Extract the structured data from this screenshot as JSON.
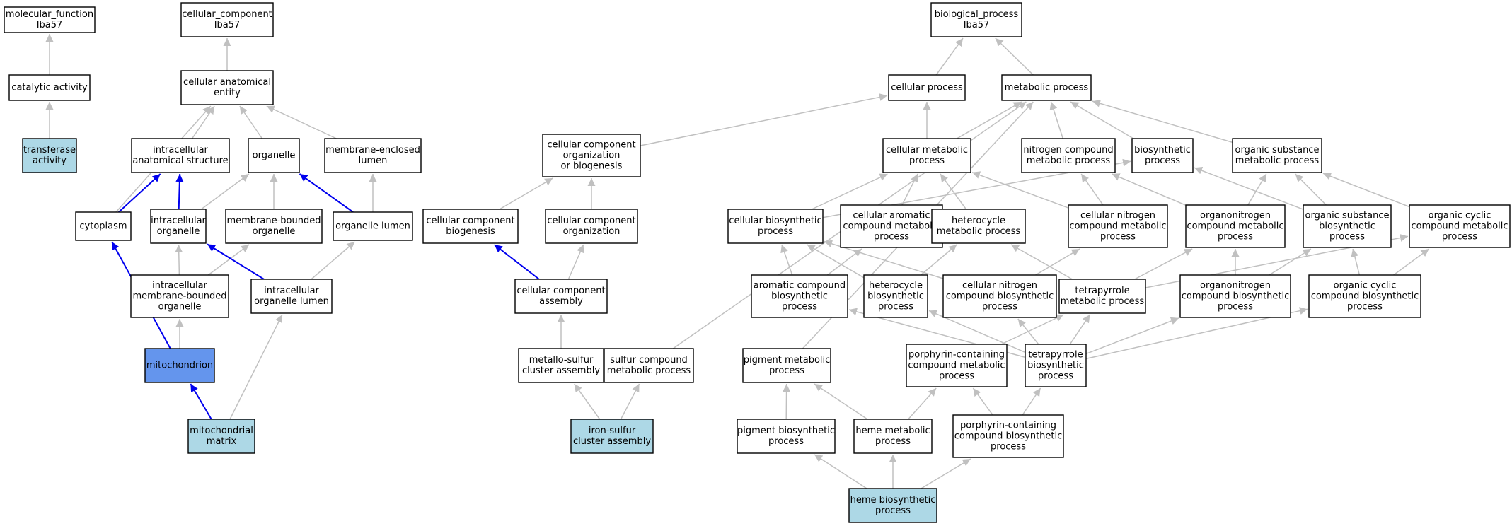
{
  "colors": {
    "plain": "#ffffff",
    "highlight": "#add8e6",
    "emphasis": "#6495ed",
    "edge_gray": "#c0c0c0",
    "edge_blue": "#0000ee"
  },
  "nodes": [
    {
      "id": "mf",
      "lines": [
        "molecular_function",
        "Iba57"
      ],
      "fill": "plain"
    },
    {
      "id": "cat",
      "lines": [
        "catalytic activity"
      ],
      "fill": "plain"
    },
    {
      "id": "trans",
      "lines": [
        "transferase",
        "activity"
      ],
      "fill": "highlight"
    },
    {
      "id": "cc",
      "lines": [
        "cellular_component",
        "Iba57"
      ],
      "fill": "plain"
    },
    {
      "id": "cae",
      "lines": [
        "cellular anatomical",
        "entity"
      ],
      "fill": "plain"
    },
    {
      "id": "ias",
      "lines": [
        "intracellular",
        "anatomical structure"
      ],
      "fill": "plain"
    },
    {
      "id": "org",
      "lines": [
        "organelle"
      ],
      "fill": "plain"
    },
    {
      "id": "mel",
      "lines": [
        "membrane-enclosed",
        "lumen"
      ],
      "fill": "plain"
    },
    {
      "id": "cyto",
      "lines": [
        "cytoplasm"
      ],
      "fill": "plain"
    },
    {
      "id": "io",
      "lines": [
        "intracellular",
        "organelle"
      ],
      "fill": "plain"
    },
    {
      "id": "mbo",
      "lines": [
        "membrane-bounded",
        "organelle"
      ],
      "fill": "plain"
    },
    {
      "id": "ol",
      "lines": [
        "organelle lumen"
      ],
      "fill": "plain"
    },
    {
      "id": "imbo",
      "lines": [
        "intracellular",
        "membrane-bounded",
        "organelle"
      ],
      "fill": "plain"
    },
    {
      "id": "iol",
      "lines": [
        "intracellular",
        "organelle lumen"
      ],
      "fill": "plain"
    },
    {
      "id": "mito",
      "lines": [
        "mitochondrion"
      ],
      "fill": "emphasis"
    },
    {
      "id": "mm",
      "lines": [
        "mitochondrial",
        "matrix"
      ],
      "fill": "highlight"
    },
    {
      "id": "ccob",
      "lines": [
        "cellular component",
        "organization",
        "or biogenesis"
      ],
      "fill": "plain"
    },
    {
      "id": "ccb",
      "lines": [
        "cellular component",
        "biogenesis"
      ],
      "fill": "plain"
    },
    {
      "id": "cco",
      "lines": [
        "cellular component",
        "organization"
      ],
      "fill": "plain"
    },
    {
      "id": "cca",
      "lines": [
        "cellular component",
        "assembly"
      ],
      "fill": "plain"
    },
    {
      "id": "msca",
      "lines": [
        "metallo-sulfur",
        "cluster assembly"
      ],
      "fill": "plain"
    },
    {
      "id": "scmp",
      "lines": [
        "sulfur compound",
        "metabolic process"
      ],
      "fill": "plain"
    },
    {
      "id": "isca",
      "lines": [
        "iron-sulfur",
        "cluster assembly"
      ],
      "fill": "highlight"
    },
    {
      "id": "bp",
      "lines": [
        "biological_process",
        "Iba57"
      ],
      "fill": "plain"
    },
    {
      "id": "cp",
      "lines": [
        "cellular process"
      ],
      "fill": "plain"
    },
    {
      "id": "mp",
      "lines": [
        "metabolic process"
      ],
      "fill": "plain"
    },
    {
      "id": "cmp",
      "lines": [
        "cellular metabolic",
        "process"
      ],
      "fill": "plain"
    },
    {
      "id": "ncmp",
      "lines": [
        "nitrogen compound",
        "metabolic process"
      ],
      "fill": "plain"
    },
    {
      "id": "biop",
      "lines": [
        "biosynthetic",
        "process"
      ],
      "fill": "plain"
    },
    {
      "id": "osmp",
      "lines": [
        "organic substance",
        "metabolic process"
      ],
      "fill": "plain"
    },
    {
      "id": "cbp",
      "lines": [
        "cellular biosynthetic",
        "process"
      ],
      "fill": "plain"
    },
    {
      "id": "cacmp",
      "lines": [
        "cellular aromatic",
        "compound metabolic",
        "process"
      ],
      "fill": "plain"
    },
    {
      "id": "hmp",
      "lines": [
        "heterocycle",
        "metabolic process"
      ],
      "fill": "plain"
    },
    {
      "id": "cncmp",
      "lines": [
        "cellular nitrogen",
        "compound metabolic",
        "process"
      ],
      "fill": "plain"
    },
    {
      "id": "ocmp",
      "lines": [
        "organonitrogen",
        "compound metabolic",
        "process"
      ],
      "fill": "plain"
    },
    {
      "id": "osbp",
      "lines": [
        "organic substance",
        "biosynthetic",
        "process"
      ],
      "fill": "plain"
    },
    {
      "id": "occmp",
      "lines": [
        "organic cyclic",
        "compound metabolic",
        "process"
      ],
      "fill": "plain"
    },
    {
      "id": "acbp",
      "lines": [
        "aromatic compound",
        "biosynthetic",
        "process"
      ],
      "fill": "plain"
    },
    {
      "id": "hbp",
      "lines": [
        "heterocycle",
        "biosynthetic",
        "process"
      ],
      "fill": "plain"
    },
    {
      "id": "cncbp",
      "lines": [
        "cellular nitrogen",
        "compound biosynthetic",
        "process"
      ],
      "fill": "plain"
    },
    {
      "id": "tmp",
      "lines": [
        "tetrapyrrole",
        "metabolic process"
      ],
      "fill": "plain"
    },
    {
      "id": "ocbp",
      "lines": [
        "organonitrogen",
        "compound biosynthetic",
        "process"
      ],
      "fill": "plain"
    },
    {
      "id": "occbp",
      "lines": [
        "organic cyclic",
        "compound biosynthetic",
        "process"
      ],
      "fill": "plain"
    },
    {
      "id": "pmp",
      "lines": [
        "pigment metabolic",
        "process"
      ],
      "fill": "plain"
    },
    {
      "id": "pccmp",
      "lines": [
        "porphyrin-containing",
        "compound metabolic",
        "process"
      ],
      "fill": "plain"
    },
    {
      "id": "tbp",
      "lines": [
        "tetrapyrrole",
        "biosynthetic",
        "process"
      ],
      "fill": "plain"
    },
    {
      "id": "pbp",
      "lines": [
        "pigment biosynthetic",
        "process"
      ],
      "fill": "plain"
    },
    {
      "id": "hemp",
      "lines": [
        "heme metabolic",
        "process"
      ],
      "fill": "plain"
    },
    {
      "id": "pccbp",
      "lines": [
        "porphyrin-containing",
        "compound biosynthetic",
        "process"
      ],
      "fill": "plain"
    },
    {
      "id": "hembp",
      "lines": [
        "heme biosynthetic",
        "process"
      ],
      "fill": "highlight"
    }
  ],
  "edges": [
    {
      "from": "cat",
      "to": "mf",
      "style": "gray"
    },
    {
      "from": "trans",
      "to": "cat",
      "style": "gray"
    },
    {
      "from": "cae",
      "to": "cc",
      "style": "gray"
    },
    {
      "from": "ias",
      "to": "cae",
      "style": "gray"
    },
    {
      "from": "org",
      "to": "cae",
      "style": "gray"
    },
    {
      "from": "mel",
      "to": "cae",
      "style": "gray"
    },
    {
      "from": "cyto",
      "to": "cae",
      "style": "gray"
    },
    {
      "from": "cyto",
      "to": "ias",
      "style": "blue"
    },
    {
      "from": "io",
      "to": "ias",
      "style": "blue"
    },
    {
      "from": "io",
      "to": "org",
      "style": "gray"
    },
    {
      "from": "mbo",
      "to": "org",
      "style": "gray"
    },
    {
      "from": "ol",
      "to": "org",
      "style": "blue"
    },
    {
      "from": "ol",
      "to": "mel",
      "style": "gray"
    },
    {
      "from": "imbo",
      "to": "io",
      "style": "gray"
    },
    {
      "from": "imbo",
      "to": "mbo",
      "style": "gray"
    },
    {
      "from": "iol",
      "to": "io",
      "style": "blue"
    },
    {
      "from": "iol",
      "to": "ol",
      "style": "gray"
    },
    {
      "from": "mito",
      "to": "cyto",
      "style": "blue"
    },
    {
      "from": "mito",
      "to": "imbo",
      "style": "gray"
    },
    {
      "from": "mm",
      "to": "mito",
      "style": "blue"
    },
    {
      "from": "mm",
      "to": "iol",
      "style": "gray"
    },
    {
      "from": "cp",
      "to": "bp",
      "style": "gray"
    },
    {
      "from": "mp",
      "to": "bp",
      "style": "gray"
    },
    {
      "from": "ccob",
      "to": "cp",
      "style": "gray"
    },
    {
      "from": "ccb",
      "to": "ccob",
      "style": "gray"
    },
    {
      "from": "cco",
      "to": "ccob",
      "style": "gray"
    },
    {
      "from": "cca",
      "to": "ccb",
      "style": "blue"
    },
    {
      "from": "cca",
      "to": "cco",
      "style": "gray"
    },
    {
      "from": "msca",
      "to": "cca",
      "style": "gray"
    },
    {
      "from": "isca",
      "to": "msca",
      "style": "gray"
    },
    {
      "from": "isca",
      "to": "scmp",
      "style": "gray"
    },
    {
      "from": "scmp",
      "to": "mp",
      "style": "gray"
    },
    {
      "from": "cmp",
      "to": "cp",
      "style": "gray"
    },
    {
      "from": "cmp",
      "to": "mp",
      "style": "gray"
    },
    {
      "from": "ncmp",
      "to": "mp",
      "style": "gray"
    },
    {
      "from": "biop",
      "to": "mp",
      "style": "gray"
    },
    {
      "from": "osmp",
      "to": "mp",
      "style": "gray"
    },
    {
      "from": "pmp",
      "to": "mp",
      "style": "gray"
    },
    {
      "from": "cbp",
      "to": "cmp",
      "style": "gray"
    },
    {
      "from": "cbp",
      "to": "biop",
      "style": "gray"
    },
    {
      "from": "cacmp",
      "to": "cmp",
      "style": "gray"
    },
    {
      "from": "hmp",
      "to": "cmp",
      "style": "gray"
    },
    {
      "from": "cncmp",
      "to": "cmp",
      "style": "gray"
    },
    {
      "from": "cncmp",
      "to": "ncmp",
      "style": "gray"
    },
    {
      "from": "ocmp",
      "to": "ncmp",
      "style": "gray"
    },
    {
      "from": "ocmp",
      "to": "osmp",
      "style": "gray"
    },
    {
      "from": "osbp",
      "to": "biop",
      "style": "gray"
    },
    {
      "from": "osbp",
      "to": "osmp",
      "style": "gray"
    },
    {
      "from": "occmp",
      "to": "osmp",
      "style": "gray"
    },
    {
      "from": "acbp",
      "to": "cbp",
      "style": "gray"
    },
    {
      "from": "acbp",
      "to": "cacmp",
      "style": "gray"
    },
    {
      "from": "hbp",
      "to": "cbp",
      "style": "gray"
    },
    {
      "from": "hbp",
      "to": "hmp",
      "style": "gray"
    },
    {
      "from": "cncbp",
      "to": "cbp",
      "style": "gray"
    },
    {
      "from": "cncbp",
      "to": "cncmp",
      "style": "gray"
    },
    {
      "from": "tmp",
      "to": "hmp",
      "style": "gray"
    },
    {
      "from": "tmp",
      "to": "ocmp",
      "style": "gray"
    },
    {
      "from": "tmp",
      "to": "occmp",
      "style": "gray"
    },
    {
      "from": "ocbp",
      "to": "ocmp",
      "style": "gray"
    },
    {
      "from": "ocbp",
      "to": "osbp",
      "style": "gray"
    },
    {
      "from": "occbp",
      "to": "osbp",
      "style": "gray"
    },
    {
      "from": "occbp",
      "to": "occmp",
      "style": "gray"
    },
    {
      "from": "pccmp",
      "to": "tmp",
      "style": "gray"
    },
    {
      "from": "tbp",
      "to": "tmp",
      "style": "gray"
    },
    {
      "from": "tbp",
      "to": "acbp",
      "style": "gray"
    },
    {
      "from": "tbp",
      "to": "hbp",
      "style": "gray"
    },
    {
      "from": "tbp",
      "to": "cncbp",
      "style": "gray"
    },
    {
      "from": "tbp",
      "to": "ocbp",
      "style": "gray"
    },
    {
      "from": "tbp",
      "to": "occbp",
      "style": "gray"
    },
    {
      "from": "pbp",
      "to": "pmp",
      "style": "gray"
    },
    {
      "from": "hemp",
      "to": "pmp",
      "style": "gray"
    },
    {
      "from": "hemp",
      "to": "pccmp",
      "style": "gray"
    },
    {
      "from": "pccbp",
      "to": "pccmp",
      "style": "gray"
    },
    {
      "from": "pccbp",
      "to": "tbp",
      "style": "gray"
    },
    {
      "from": "hembp",
      "to": "pbp",
      "style": "gray"
    },
    {
      "from": "hembp",
      "to": "hemp",
      "style": "gray"
    },
    {
      "from": "hembp",
      "to": "pccbp",
      "style": "gray"
    }
  ]
}
